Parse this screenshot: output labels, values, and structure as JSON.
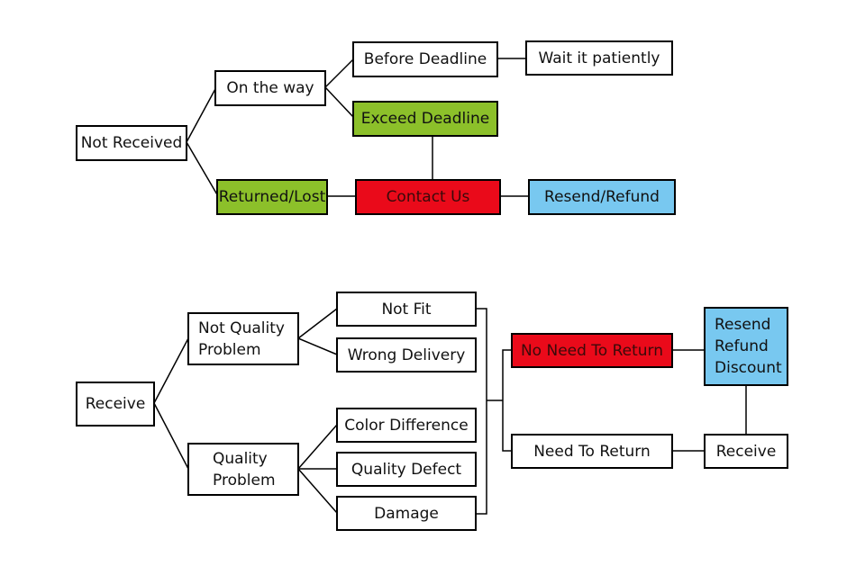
{
  "colors": {
    "green": "#8cc02a",
    "red": "#ea0a1a",
    "blue": "#78c8f0",
    "line": "#000000"
  },
  "top": {
    "not_received": "Not Received",
    "on_the_way": "On the way",
    "returned_lost": "Returned/Lost",
    "before_deadline": "Before Deadline",
    "exceed_deadline": "Exceed Deadline",
    "wait_patiently": "Wait it patiently",
    "contact_us": "Contact Us",
    "resend_refund": "Resend/Refund"
  },
  "bottom": {
    "receive": "Receive",
    "not_quality_problem": "Not Quality\nProblem",
    "quality_problem": "Quality\nProblem",
    "not_fit": "Not Fit",
    "wrong_delivery": "Wrong Delivery",
    "color_difference": "Color Difference",
    "quality_defect": "Quality Defect",
    "damage": "Damage",
    "no_need_to_return": "No Need To Return",
    "need_to_return": "Need To Return",
    "resend_refund_discount": "Resend\nRefund\nDiscount",
    "receive_after_return": "Receive"
  }
}
